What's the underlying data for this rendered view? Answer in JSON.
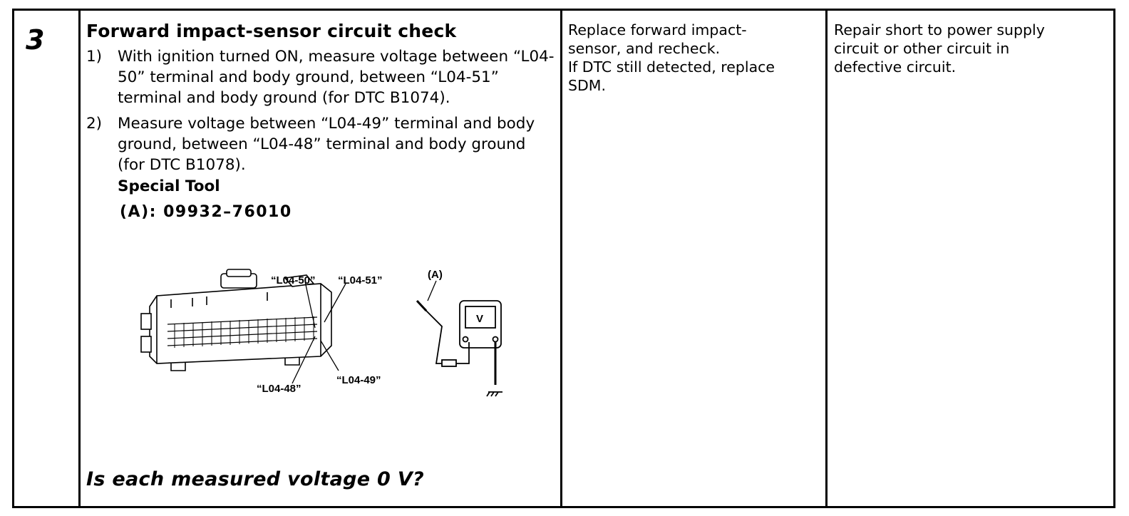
{
  "step": {
    "number": "3",
    "title": "Forward impact-sensor circuit check",
    "instructions": [
      {
        "num": "1)",
        "text": "With ignition turned ON, measure voltage between “L04-50” terminal and body ground, between “L04-51” terminal and body ground (for DTC B1074)."
      },
      {
        "num": "2)",
        "text": "Measure voltage between “L04-49” terminal and body ground, between “L04-48” terminal and body ground (for DTC B1078)."
      }
    ],
    "special_tool_label": "Special Tool",
    "special_tool_number": "(A): 09932–76010",
    "diagram_labels": {
      "l04_50": "“L04-50”",
      "l04_51": "“L04-51”",
      "l04_48": "“L04-48”",
      "l04_49": "“L04-49”",
      "tool": "(A)",
      "meter": "V"
    },
    "question": "Is each measured voltage 0 V?"
  },
  "yes_action": {
    "lines": [
      "Replace forward impact-",
      "sensor, and recheck.",
      "If DTC still detected, replace",
      "SDM."
    ]
  },
  "no_action": {
    "lines": [
      "Repair short to power supply",
      "circuit or other circuit in",
      "defective circuit."
    ]
  }
}
